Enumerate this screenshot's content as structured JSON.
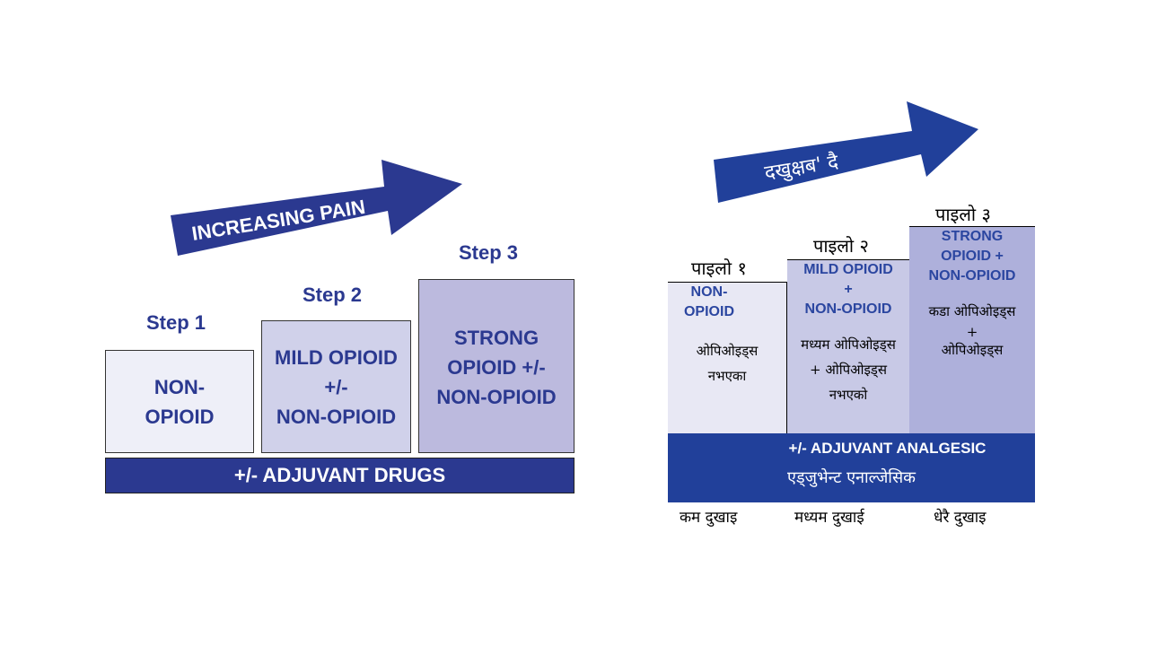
{
  "left": {
    "arrow_label": "INCREASING PAIN",
    "steps": [
      {
        "title": "Step 1",
        "text": [
          "NON-",
          "OPIOID"
        ]
      },
      {
        "title": "Step 2",
        "text": [
          "MILD OPIOID",
          "+/-",
          "NON-OPIOID"
        ]
      },
      {
        "title": "Step 3",
        "text": [
          "STRONG",
          "OPIOID +/-",
          "NON-OPIOID"
        ]
      }
    ],
    "band": "+/- ADJUVANT DRUGS"
  },
  "right": {
    "arrow_label": "दखुक्षब' दै",
    "steps": [
      {
        "title": "पाइलो १",
        "text": [
          "NON-",
          "OPIOID"
        ],
        "nepali": [
          "ओपिओइड्स",
          "नभएका"
        ]
      },
      {
        "title": "पाइलो २",
        "text": [
          "MILD OPIOID",
          "+",
          "NON-OPIOID"
        ],
        "nepali": [
          "मध्यम ओपिओइड्स",
          "+ ओपिओइड्स",
          "नभएको"
        ]
      },
      {
        "title": "पाइलो ३",
        "text": [
          "STRONG",
          "OPIOID +",
          "NON-OPIOID"
        ],
        "nepali": [
          "कडा ओपिओइड्स",
          "+",
          "ओपिओइड्स"
        ]
      }
    ],
    "band": "+/-  ADJUVANT ANALGESIC",
    "band_nepali": "एड्जुभेन्ट एनाल्जेसिक",
    "pain_levels": [
      "कम दुखाइ",
      "मध्यम दुखाई",
      "धेरै दुखाइ"
    ]
  },
  "colors": {
    "navy": "#2b3990",
    "blue": "#21409a"
  }
}
